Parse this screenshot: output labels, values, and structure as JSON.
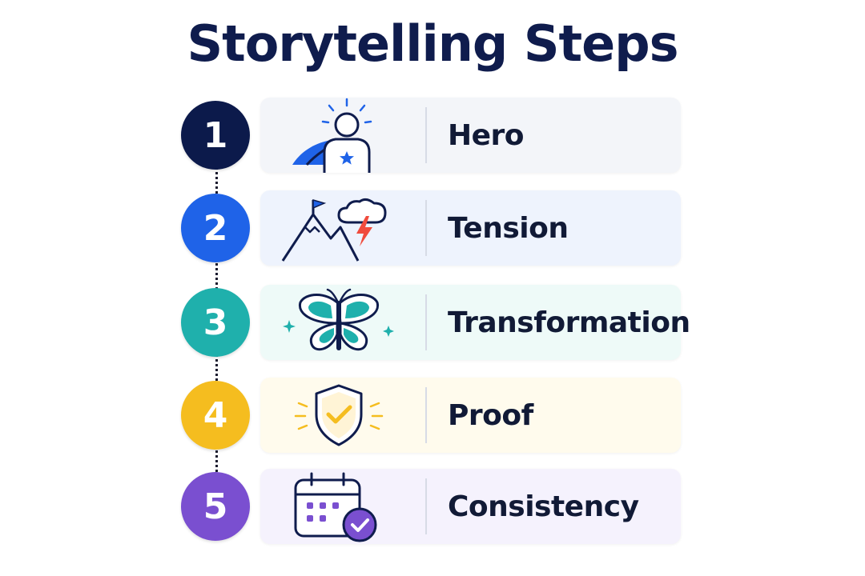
{
  "title": "Storytelling Steps",
  "colors": {
    "title": "#0f1c4d",
    "step1": "#0c1a4b",
    "step2": "#1f63e8",
    "step3": "#1fb0ac",
    "step4": "#f5bd1f",
    "step5": "#7a4fd0"
  },
  "steps": [
    {
      "number": "1",
      "label": "Hero",
      "icon": "hero-icon",
      "color": "#0c1a4b",
      "card_bg": "#f3f5f9"
    },
    {
      "number": "2",
      "label": "Tension",
      "icon": "mountain-storm-icon",
      "color": "#1f63e8",
      "card_bg": "#eef3fd"
    },
    {
      "number": "3",
      "label": "Transformation",
      "icon": "butterfly-icon",
      "color": "#1fb0ac",
      "card_bg": "#eefaf8"
    },
    {
      "number": "4",
      "label": "Proof",
      "icon": "shield-check-icon",
      "color": "#f5bd1f",
      "card_bg": "#fffbed"
    },
    {
      "number": "5",
      "label": "Consistency",
      "icon": "calendar-check-icon",
      "color": "#7a4fd0",
      "card_bg": "#f5f2fd"
    }
  ]
}
